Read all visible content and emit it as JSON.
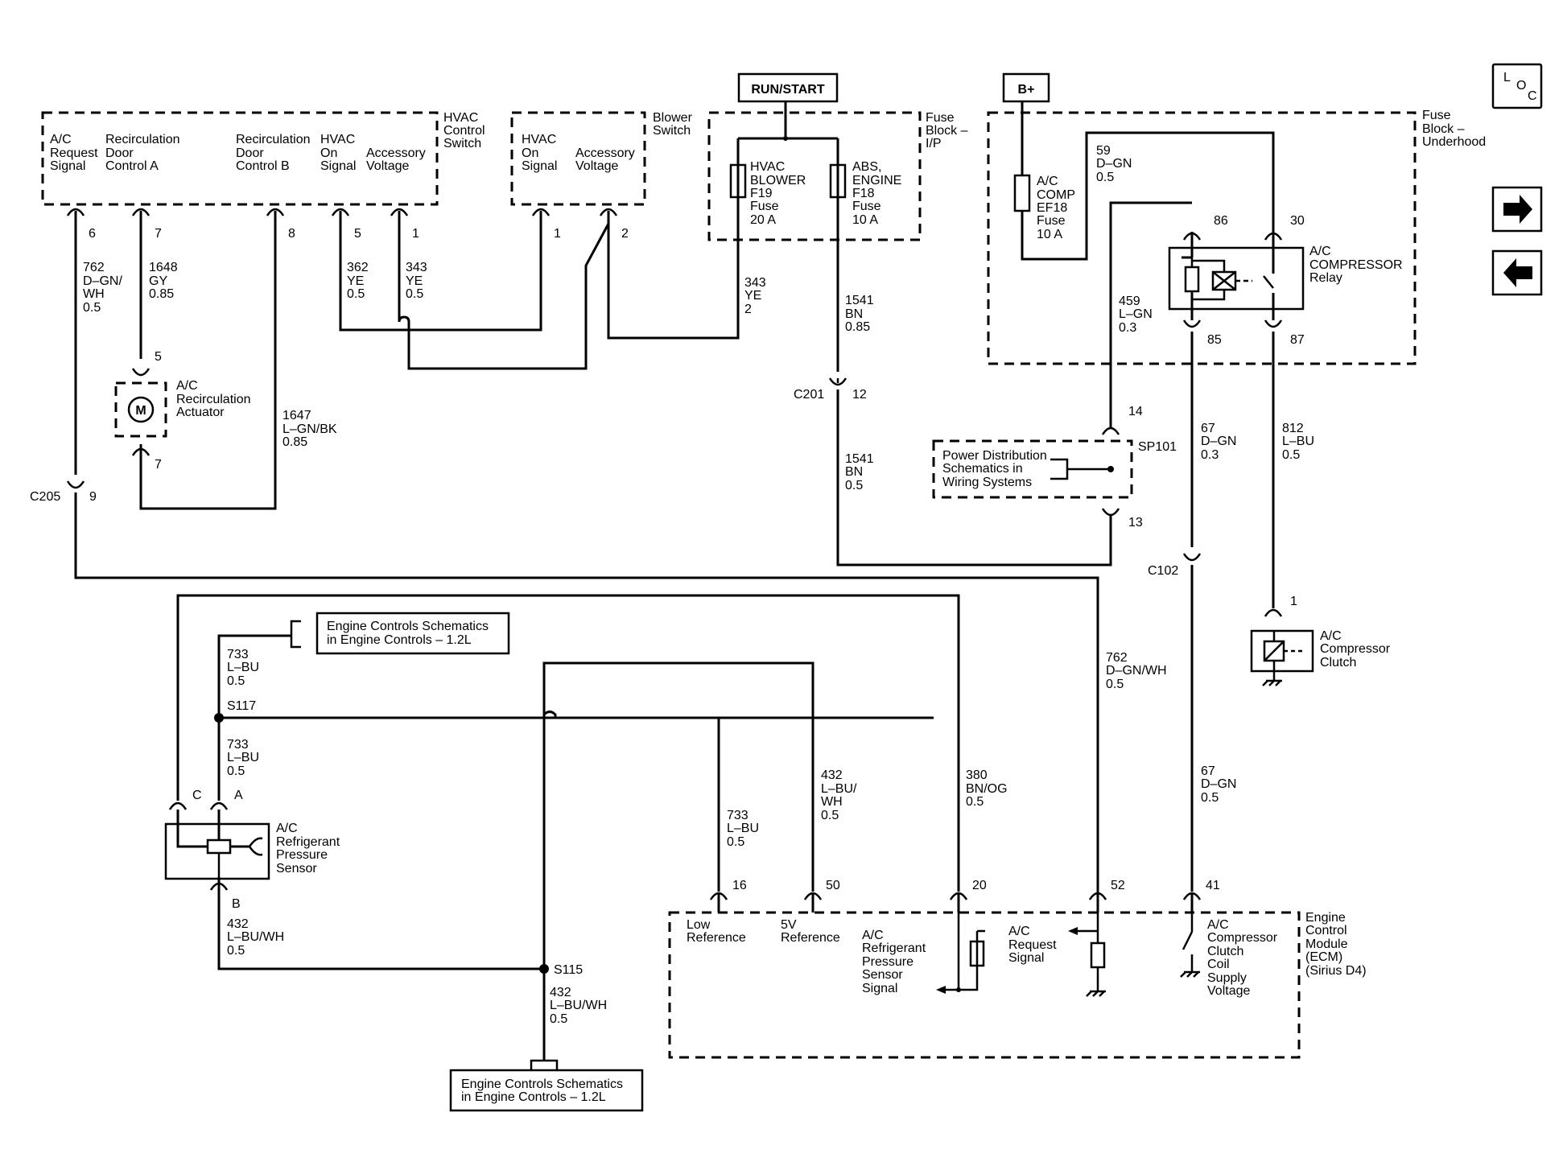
{
  "header": {
    "run_start": "RUN/START",
    "b_plus": "B+",
    "loc": [
      "L",
      "O",
      "C"
    ]
  },
  "hvac_switch": {
    "title": [
      "HVAC",
      "Control",
      "Switch"
    ],
    "cols": [
      [
        "A/C",
        "Request",
        "Signal"
      ],
      [
        "Recirculation",
        "Door",
        "Control A"
      ],
      [
        "Recirculation",
        "Door",
        "Control B"
      ],
      [
        "HVAC",
        "On",
        "Signal"
      ],
      [
        "Accessory",
        "Voltage"
      ]
    ],
    "pins": [
      "6",
      "7",
      "8",
      "5",
      "1"
    ]
  },
  "blower_switch": {
    "title": [
      "Blower",
      "Switch"
    ],
    "cols": [
      [
        "HVAC",
        "On",
        "Signal"
      ],
      [
        "Accessory",
        "Voltage"
      ]
    ],
    "pins": [
      "1",
      "2"
    ]
  },
  "fuse_block_ip": {
    "title": [
      "Fuse",
      "Block –",
      "I/P"
    ],
    "f19": [
      "HVAC",
      "BLOWER",
      "F19",
      "Fuse",
      "20 A"
    ],
    "f18": [
      "ABS,",
      "ENGINE",
      "F18",
      "Fuse",
      "10 A"
    ]
  },
  "fuse_block_uh": {
    "title": [
      "Fuse",
      "Block –",
      "Underhood"
    ],
    "ef18": [
      "A/C",
      "COMP",
      "EF18",
      "Fuse",
      "10 A"
    ],
    "relay": [
      "A/C",
      "COMPRESSOR",
      "Relay"
    ],
    "pins": [
      "86",
      "30",
      "85",
      "87"
    ]
  },
  "wires": {
    "w762_top": [
      "762",
      "D–GN/",
      "WH",
      "0.5"
    ],
    "w1648": [
      "1648",
      "GY",
      "0.85"
    ],
    "w362": [
      "362",
      "YE",
      "0.5"
    ],
    "w343a": [
      "343",
      "YE",
      "0.5"
    ],
    "w343b": [
      "343",
      "YE",
      "2"
    ],
    "w1541a": [
      "1541",
      "BN",
      "0.85"
    ],
    "w1541b": [
      "1541",
      "BN",
      "0.5"
    ],
    "w1647": [
      "1647",
      "L–GN/BK",
      "0.85"
    ],
    "w59": [
      "59",
      "D–GN",
      "0.5"
    ],
    "w459": [
      "459",
      "L–GN",
      "0.3"
    ],
    "w67a": [
      "67",
      "D–GN",
      "0.3"
    ],
    "w812": [
      "812",
      "L–BU",
      "0.5"
    ],
    "w762_ecm": [
      "762",
      "D–GN/WH",
      "0.5"
    ],
    "w67b": [
      "67",
      "D–GN",
      "0.5"
    ],
    "w733a": [
      "733",
      "L–BU",
      "0.5"
    ],
    "w733b": [
      "733",
      "L–BU",
      "0.5"
    ],
    "w733c": [
      "733",
      "L–BU",
      "0.5"
    ],
    "w432_top": [
      "432",
      "L–BU/",
      "WH",
      "0.5"
    ],
    "w380": [
      "380",
      "BN/OG",
      "0.5"
    ],
    "w432_sensor": [
      "432",
      "L–BU/WH",
      "0.5"
    ],
    "w432_bottom": [
      "432",
      "L–BU/WH",
      "0.5"
    ]
  },
  "actuator": {
    "label": [
      "A/C",
      "Recirculation",
      "Actuator"
    ],
    "symbol": "M",
    "pin_top": "5",
    "pin_bottom": "7"
  },
  "connectors": {
    "c201": "C201",
    "c201_pin": "12",
    "c205": "C205",
    "c205_pin": "9",
    "c102": "C102"
  },
  "splice_sp101": {
    "name": "SP101",
    "pin_top": "14",
    "pin_bottom": "13",
    "ref": [
      "Power Distribution",
      "Schematics in",
      "Wiring Systems"
    ]
  },
  "clutch": {
    "label": [
      "A/C",
      "Compressor",
      "Clutch"
    ],
    "pin": "1"
  },
  "ref_top": [
    "Engine Controls Schematics",
    "in Engine Controls – 1.2L"
  ],
  "ref_bottom": [
    "Engine Controls Schematics",
    "in Engine Controls – 1.2L"
  ],
  "sensor": {
    "label": [
      "A/C",
      "Refrigerant",
      "Pressure",
      "Sensor"
    ],
    "pins": [
      "C",
      "A",
      "B"
    ]
  },
  "splices": {
    "s117": "S117",
    "s115": "S115"
  },
  "ecm": {
    "title": [
      "Engine",
      "Control",
      "Module",
      "(ECM)",
      "(Sirius D4)"
    ],
    "pins": [
      "16",
      "50",
      "20",
      "52",
      "41"
    ],
    "low_ref": [
      "Low",
      "Reference"
    ],
    "v5_ref": [
      "5V",
      "Reference"
    ],
    "sensor_sig": [
      "A/C",
      "Refrigerant",
      "Pressure",
      "Sensor",
      "Signal"
    ],
    "request": [
      "A/C",
      "Request",
      "Signal"
    ],
    "clutch_supply": [
      "A/C",
      "Compressor",
      "Clutch",
      "Coil",
      "Supply",
      "Voltage"
    ]
  }
}
